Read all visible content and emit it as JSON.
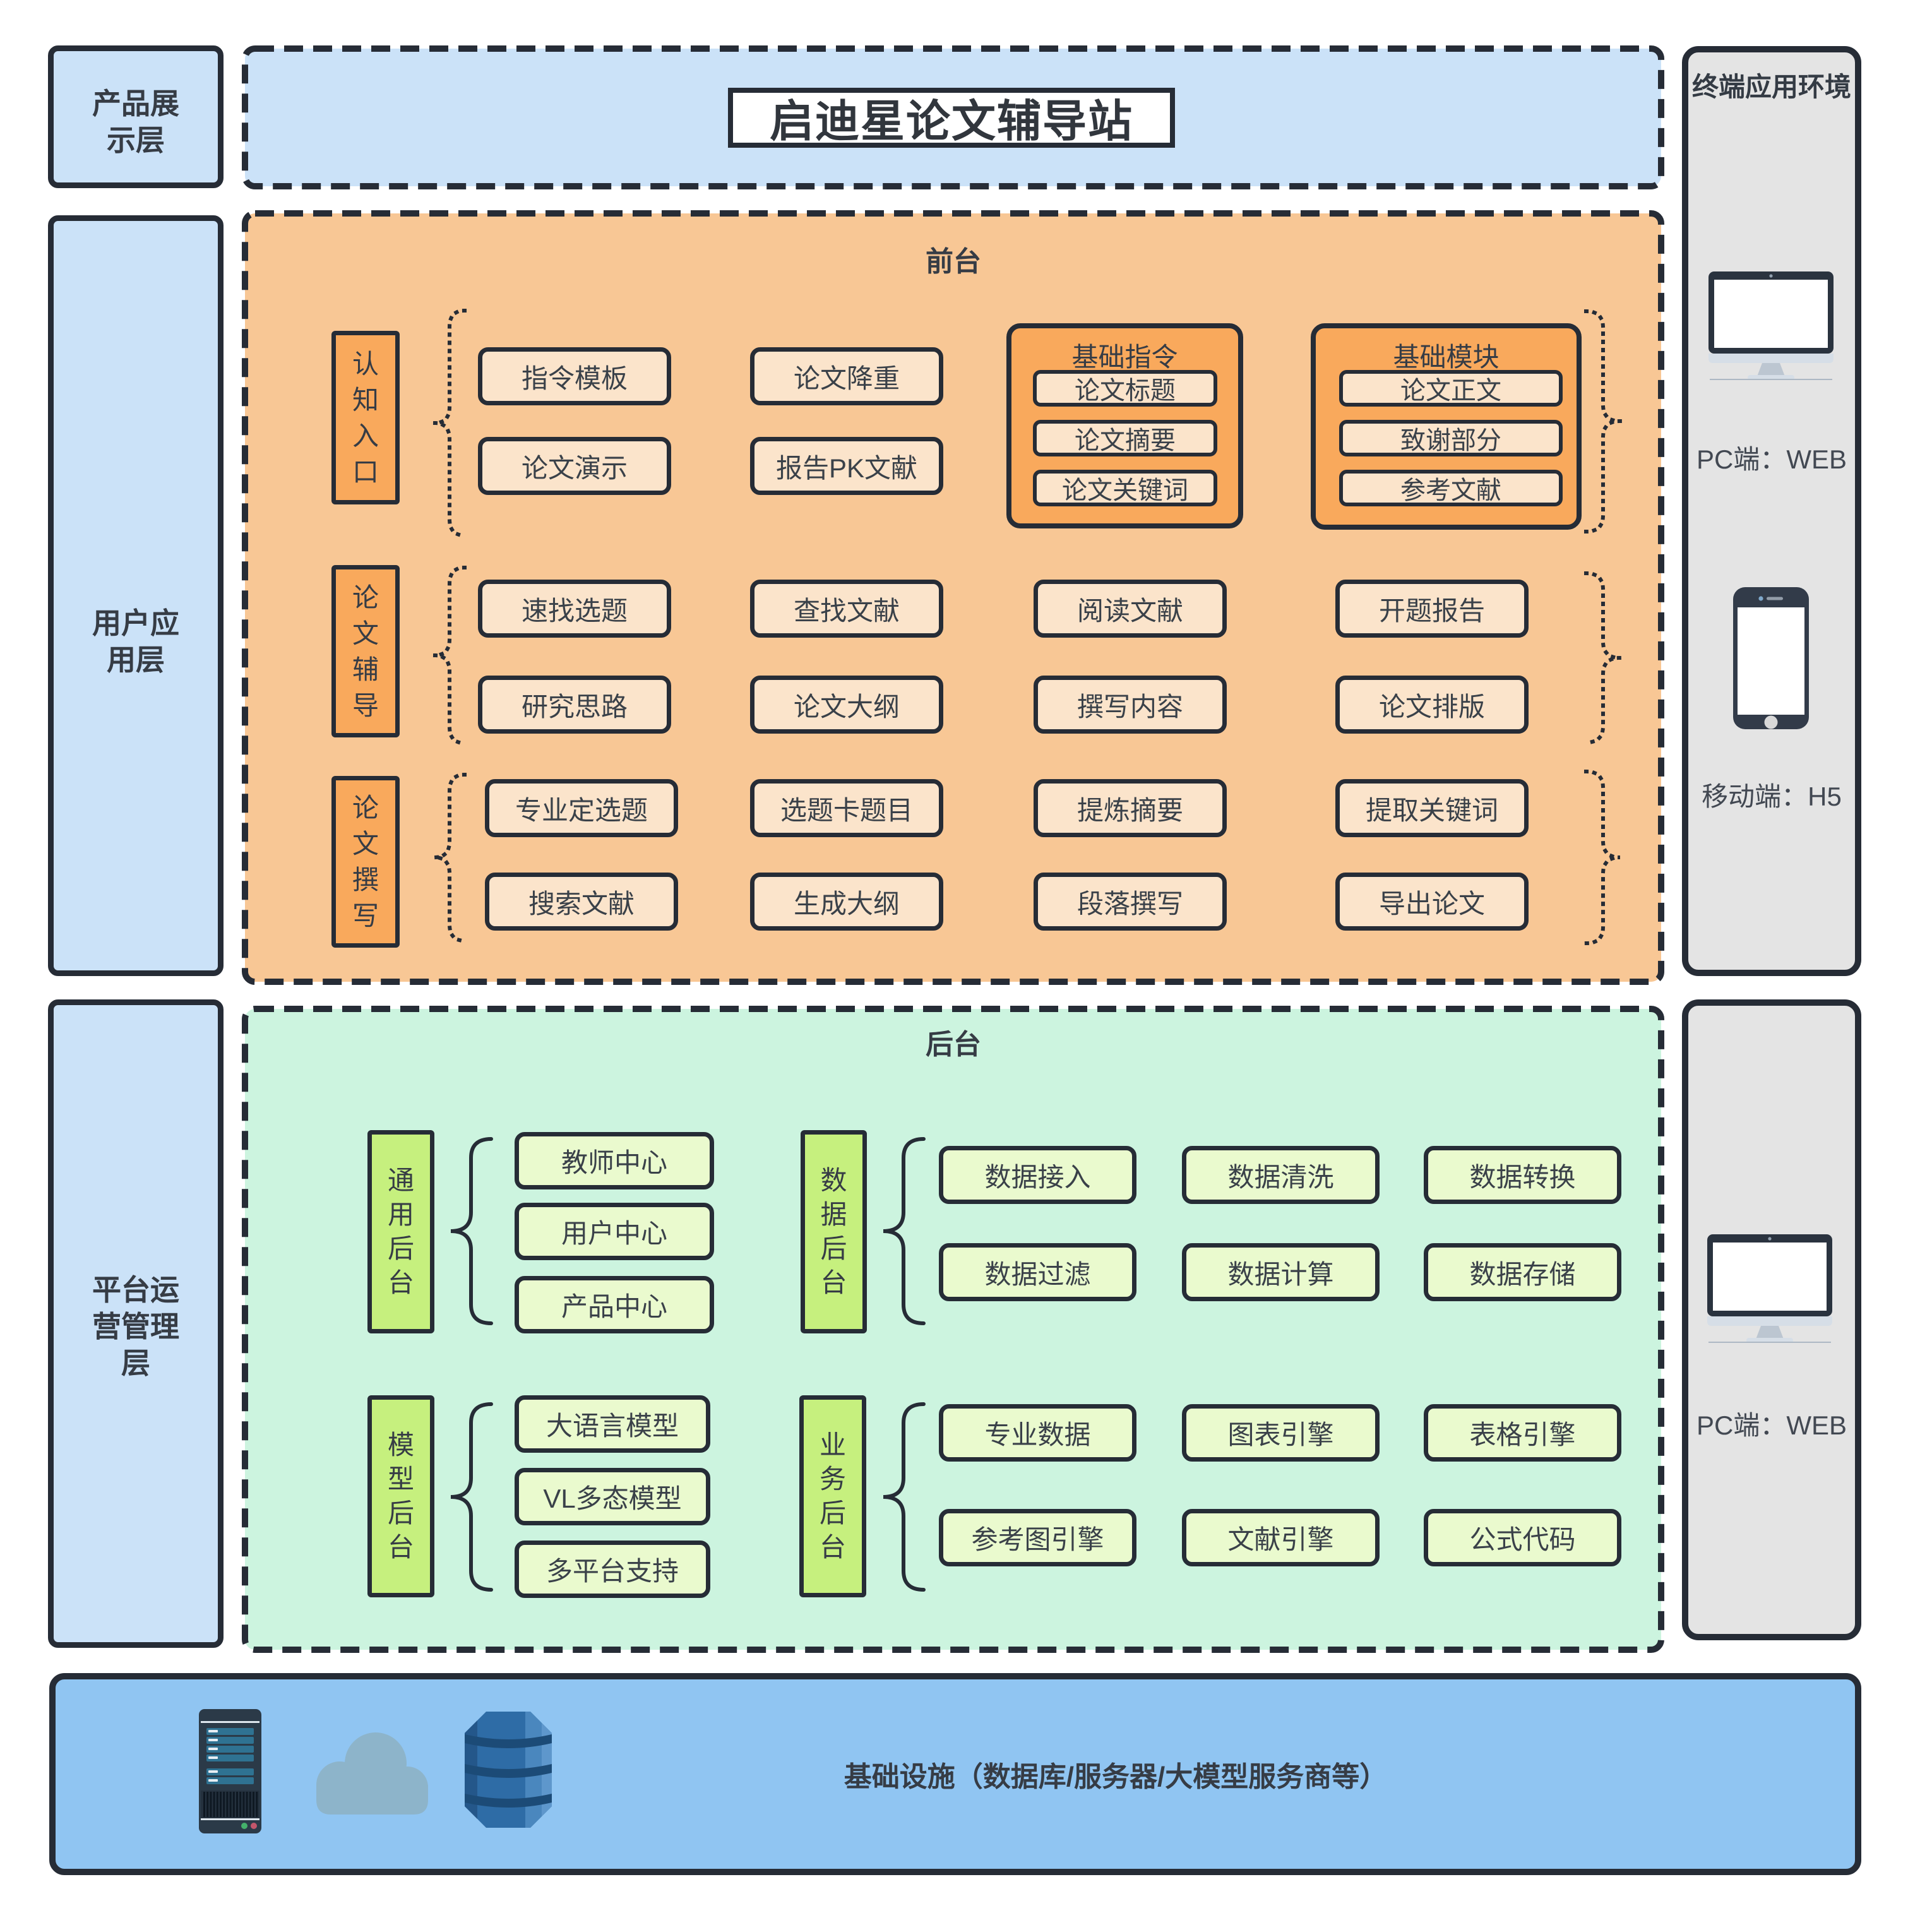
{
  "diagram_title": "启迪星论文辅导站",
  "layers": {
    "left": [
      {
        "id": "product-display",
        "label": "产品展\n示层"
      },
      {
        "id": "user-application",
        "label": "用户应\n用层"
      },
      {
        "id": "platform-operation",
        "label": "平台运\n营管理\n层"
      }
    ]
  },
  "frontend": {
    "section_label": "前台",
    "groups": [
      {
        "label": "认知入口",
        "items": [
          "指令模板",
          "论文演示",
          "论文降重",
          "报告PK文献"
        ],
        "subgroups": [
          {
            "title": "基础指令",
            "items": [
              "论文标题",
              "论文摘要",
              "论文关键词"
            ]
          },
          {
            "title": "基础模块",
            "items": [
              "论文正文",
              "致谢部分",
              "参考文献"
            ]
          }
        ]
      },
      {
        "label": "论文辅导",
        "items": [
          "速找选题",
          "研究思路",
          "查找文献",
          "论文大纲",
          "阅读文献",
          "撰写内容",
          "开题报告",
          "论文排版"
        ]
      },
      {
        "label": "论文撰写",
        "items": [
          "专业定选题",
          "搜索文献",
          "选题卡题目",
          "生成大纲",
          "提炼摘要",
          "段落撰写",
          "提取关键词",
          "导出论文"
        ]
      }
    ]
  },
  "backend": {
    "section_label": "后台",
    "groups": [
      {
        "label": "通用后台",
        "items": [
          "教师中心",
          "用户中心",
          "产品中心"
        ]
      },
      {
        "label": "数据后台",
        "items": [
          "数据接入",
          "数据清洗",
          "数据转换",
          "数据过滤",
          "数据计算",
          "数据存储"
        ]
      },
      {
        "label": "模型后台",
        "items": [
          "大语言模型",
          "VL多态模型",
          "多平台支持"
        ]
      },
      {
        "label": "业务后台",
        "items": [
          "专业数据",
          "图表引擎",
          "表格引擎",
          "参考图引擎",
          "文献引擎",
          "公式代码"
        ]
      }
    ]
  },
  "infrastructure": {
    "label": "基础设施（数据库/服务器/大模型服务商等）",
    "icons": [
      "server-icon",
      "cloud-icon",
      "database-icon"
    ]
  },
  "terminal": {
    "title": "终端应用环境",
    "top_entries": [
      {
        "icon": "desktop-monitor-icon",
        "label": "PC端：WEB"
      },
      {
        "icon": "mobile-phone-icon",
        "label": "移动端：H5"
      }
    ],
    "bottom_entries": [
      {
        "icon": "desktop-monitor-icon",
        "label": "PC端：WEB"
      }
    ]
  },
  "colors": {
    "border_dark": "#262C36",
    "blue_light": "#CBE2F8",
    "blue_bar": "#90C5F2",
    "orange_bg": "#F8C795",
    "orange_mid": "#F9A95C",
    "orange_box": "#FBE4CB",
    "green_bg": "#CCF4DF",
    "green_label": "#C6F07E",
    "green_box": "#EAFACE",
    "gray_panel": "#E4E4E4"
  }
}
